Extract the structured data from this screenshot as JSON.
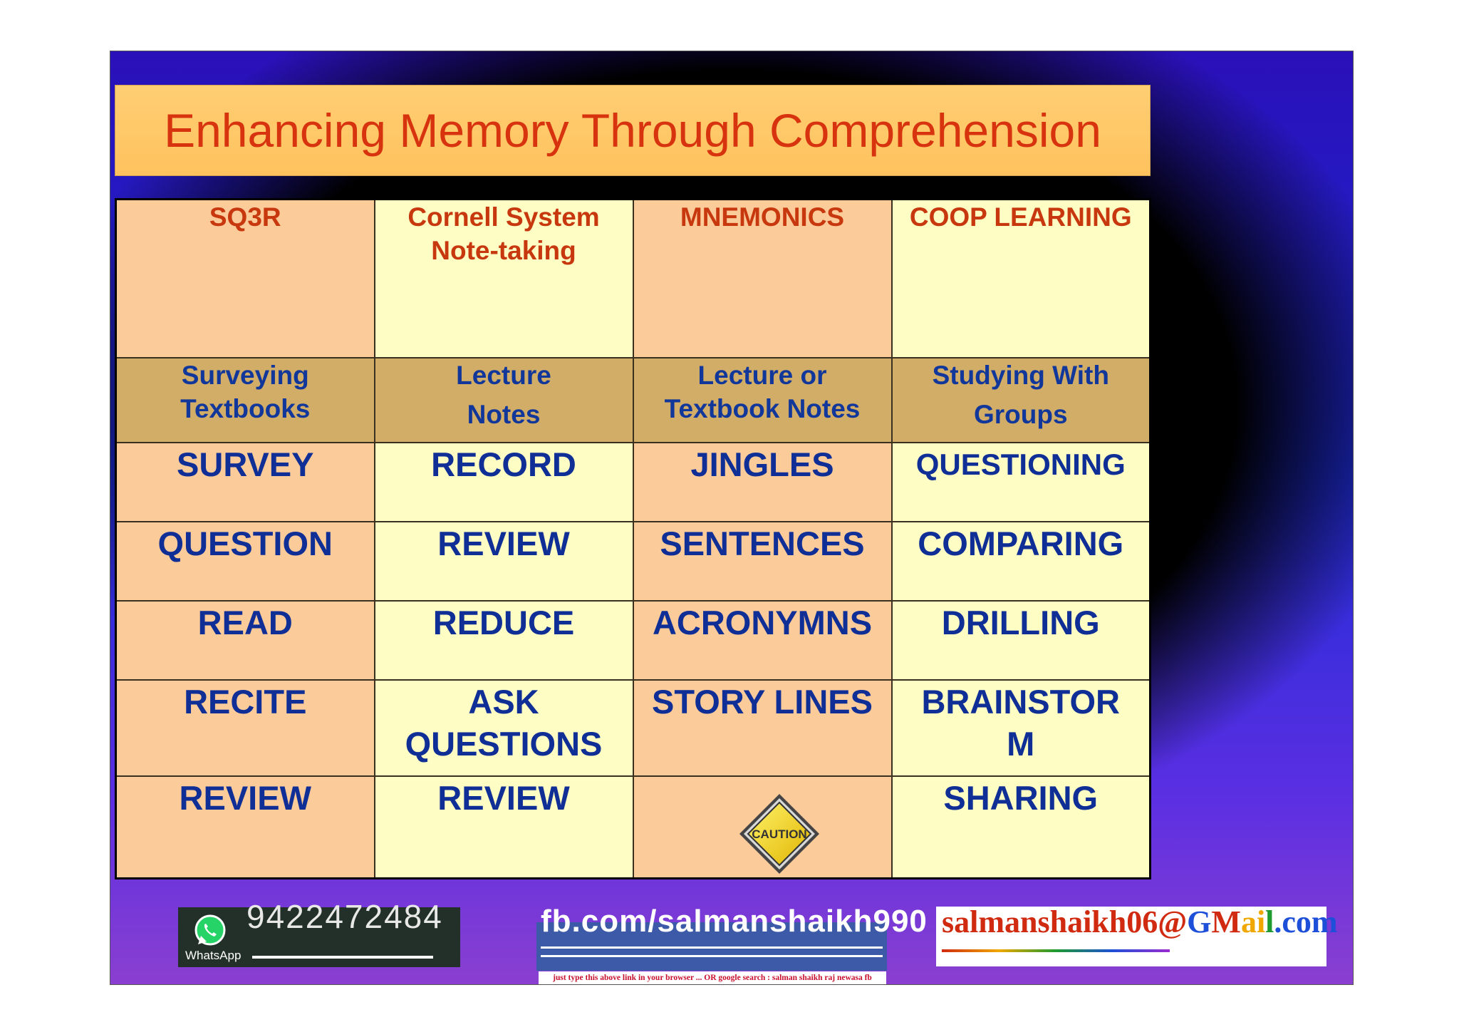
{
  "title": "Enhancing Memory Through Comprehension",
  "columns": [
    {
      "header": [
        "SQ3R"
      ],
      "subheader": [
        "Surveying",
        "Textbooks"
      ],
      "items": [
        [
          "SURVEY"
        ],
        [
          "QUESTION"
        ],
        [
          "READ"
        ],
        [
          "RECITE"
        ],
        [
          "REVIEW"
        ]
      ]
    },
    {
      "header": [
        "Cornell System",
        "Note-taking"
      ],
      "subheader": [
        "Lecture",
        "Notes"
      ],
      "items": [
        [
          "RECORD"
        ],
        [
          "REVIEW"
        ],
        [
          "REDUCE"
        ],
        [
          "ASK",
          "QUESTIONS"
        ],
        [
          "REVIEW"
        ]
      ]
    },
    {
      "header": [
        "MNEMONICS"
      ],
      "subheader": [
        "Lecture or",
        "Textbook Notes"
      ],
      "items": [
        [
          "JINGLES"
        ],
        [
          "SENTENCES"
        ],
        [
          "ACRONYMNS"
        ],
        [
          "STORY LINES"
        ],
        []
      ]
    },
    {
      "header": [
        "COOP LEARNING"
      ],
      "subheader": [
        "Studying With",
        "Groups"
      ],
      "items": [
        [
          "QUESTIONING"
        ],
        [
          "COMPARING"
        ],
        [
          "DRILLING"
        ],
        [
          "BRAINSTOR",
          "M"
        ],
        [
          "SHARING"
        ]
      ]
    }
  ],
  "caution_sign": {
    "label": "CAUTION",
    "icon": "caution-sign-icon"
  },
  "footer": {
    "whatsapp_number": "9422472484",
    "whatsapp_label": "WhatsApp",
    "facebook_link": "fb.com/salmanshaikh990",
    "facebook_caption": "just type this above link in your browser ... OR google search : salman shaikh raj newasa fb",
    "email": {
      "user": "salmanshaikh06@",
      "domain_parts": [
        "G",
        "M",
        "ai",
        "l"
      ],
      "tld": ".com"
    }
  },
  "colors": {
    "title_text": "#d8330f",
    "header_text": "#c8380f",
    "body_text": "#102f96",
    "peach": "#fccb9a",
    "cream": "#fefec4",
    "subheader_bg": "#d2ad67"
  }
}
